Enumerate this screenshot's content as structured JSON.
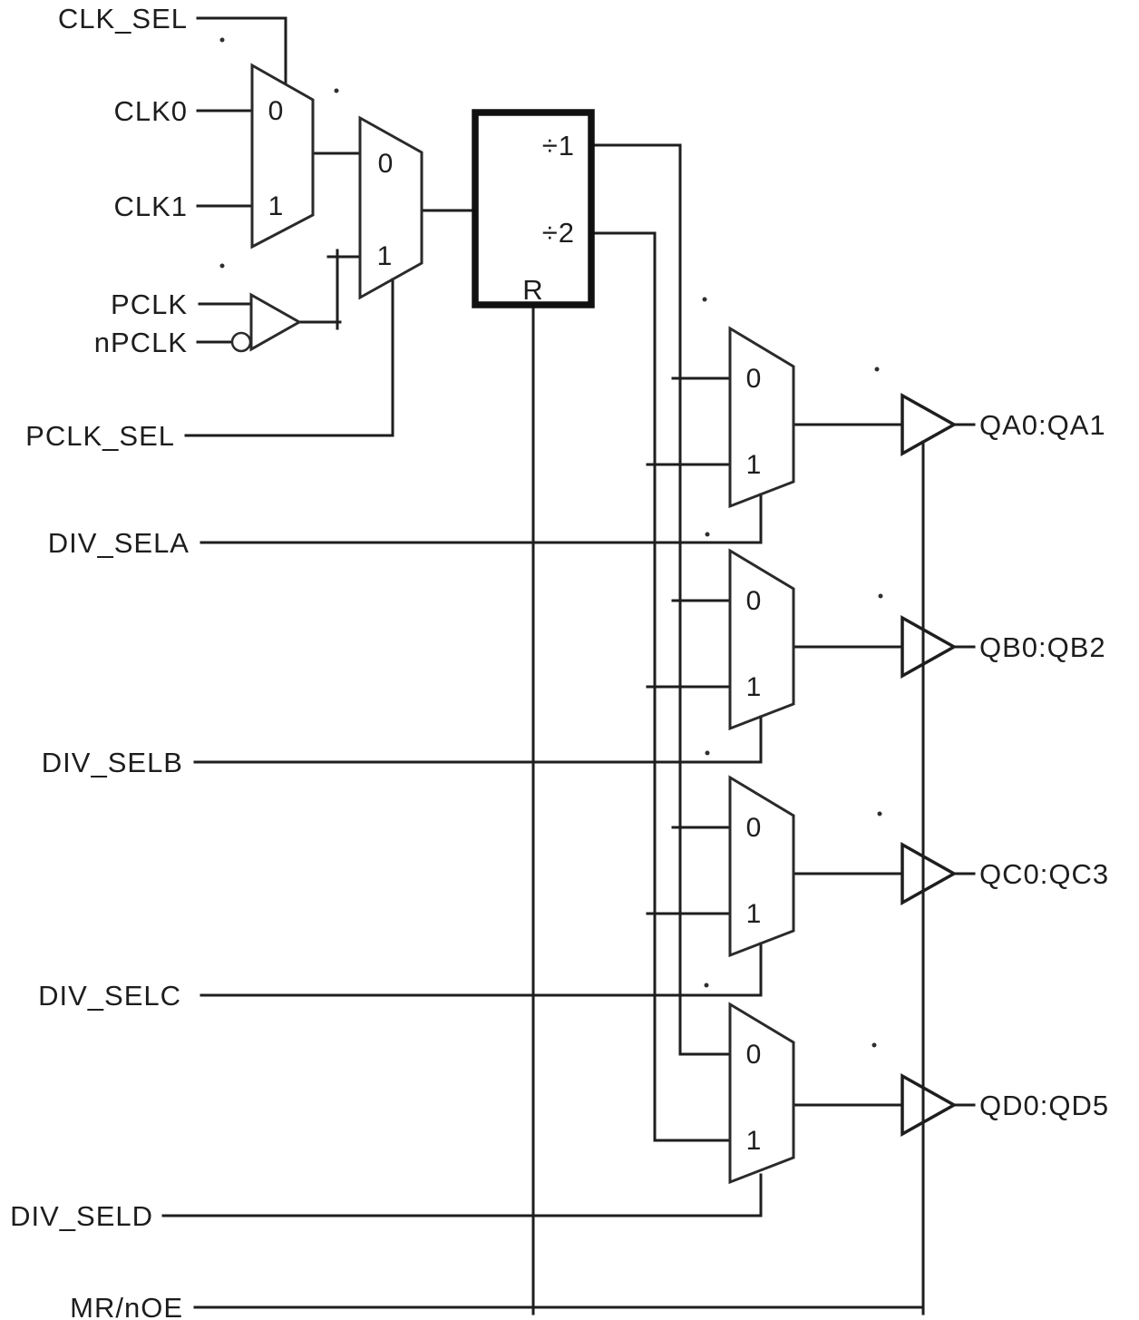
{
  "diagram": {
    "title": "clock-divider-block-diagram",
    "colors": {
      "background": "#ffffff",
      "line": "#1e1e1e"
    },
    "inputs": {
      "clk_sel": "CLK_SEL",
      "clk0": "CLK0",
      "clk1": "CLK1",
      "pclk": "PCLK",
      "npclk": "nPCLK",
      "pclk_sel": "PCLK_SEL",
      "div_sela": "DIV_SELA",
      "div_selb": "DIV_SELB",
      "div_selc": "DIV_SELC",
      "div_seld": "DIV_SELD",
      "mr_noe": "MR/nOE"
    },
    "outputs": {
      "qa": "QA0:QA1",
      "qb": "QB0:QB2",
      "qc": "QC0:QC3",
      "qd": "QD0:QD5"
    },
    "mux": {
      "in0": "0",
      "in1": "1"
    },
    "divider": {
      "div1": "÷1",
      "div2": "÷2",
      "reset": "R"
    }
  }
}
